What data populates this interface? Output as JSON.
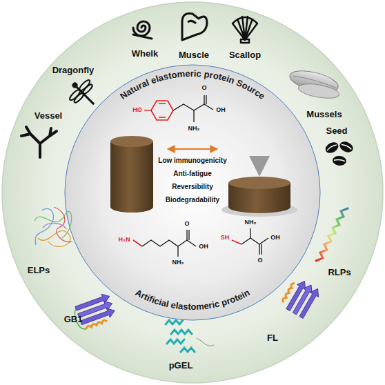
{
  "diagram": {
    "labels": [
      "Vessel",
      "Dragonfly",
      "Whelk",
      "Muscle",
      "Scallop",
      "Mussels",
      "Seed",
      "Natural elastomeric protein Source",
      "Low immunogenicity",
      "Anti-fatigue",
      "Reversibility",
      "Biodegradability",
      "Artificial elastomeric protein",
      "ELPs",
      "GB1",
      "pGEL",
      "FL",
      "RLPs",
      "HO",
      "O",
      "OH",
      "NH₂",
      "H₂N",
      "O",
      "OH",
      "NH₂",
      "SH",
      "O",
      "OH",
      "NH₂"
    ]
  }
}
